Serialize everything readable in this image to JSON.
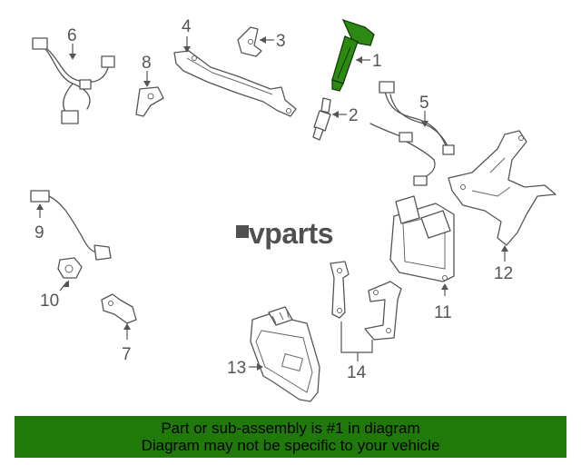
{
  "logo": {
    "text": "vparts"
  },
  "callouts": {
    "c1": "1",
    "c2": "2",
    "c3": "3",
    "c4": "4",
    "c5": "5",
    "c6": "6",
    "c7": "7",
    "c8": "8",
    "c9": "9",
    "c10": "10",
    "c11": "11",
    "c12": "12",
    "c13": "13",
    "c14": "14"
  },
  "banner": {
    "line1": "Part or sub-assembly is #1 in diagram",
    "line2": "Diagram may not be specific to your vehicle"
  },
  "colors": {
    "highlight_part": "#1f7a0a",
    "banner_bg": "#1f7a0a",
    "line_art": "#555555"
  }
}
